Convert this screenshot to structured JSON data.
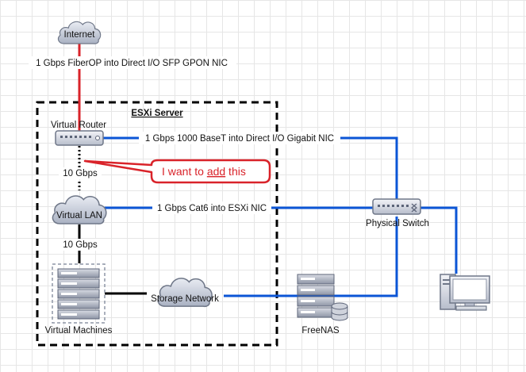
{
  "nodes": {
    "internet": "Internet",
    "esxi": "ESXi Server",
    "router": "Virtual Router",
    "lan": "Virtual LAN",
    "vms": "Virtual Machines",
    "storage": "Storage Network",
    "freenas": "FreeNAS",
    "switch": "Physical Switch"
  },
  "links": {
    "fiber": "1 Gbps FiberOP into Direct I/O SFP GPON NIC",
    "baset": "1 Gbps 1000 BaseT into Direct I/O Gigabit NIC",
    "router_lan": "10 Gbps",
    "cat6": "1 Gbps Cat6 into ESXi NIC",
    "lan_vms": "10 Gbps"
  },
  "callout": {
    "prefix": "I want to ",
    "emph": "add",
    "suffix": " this"
  },
  "colors": {
    "blue": "#0b55d6",
    "red": "#d9232a",
    "black": "#000000"
  }
}
